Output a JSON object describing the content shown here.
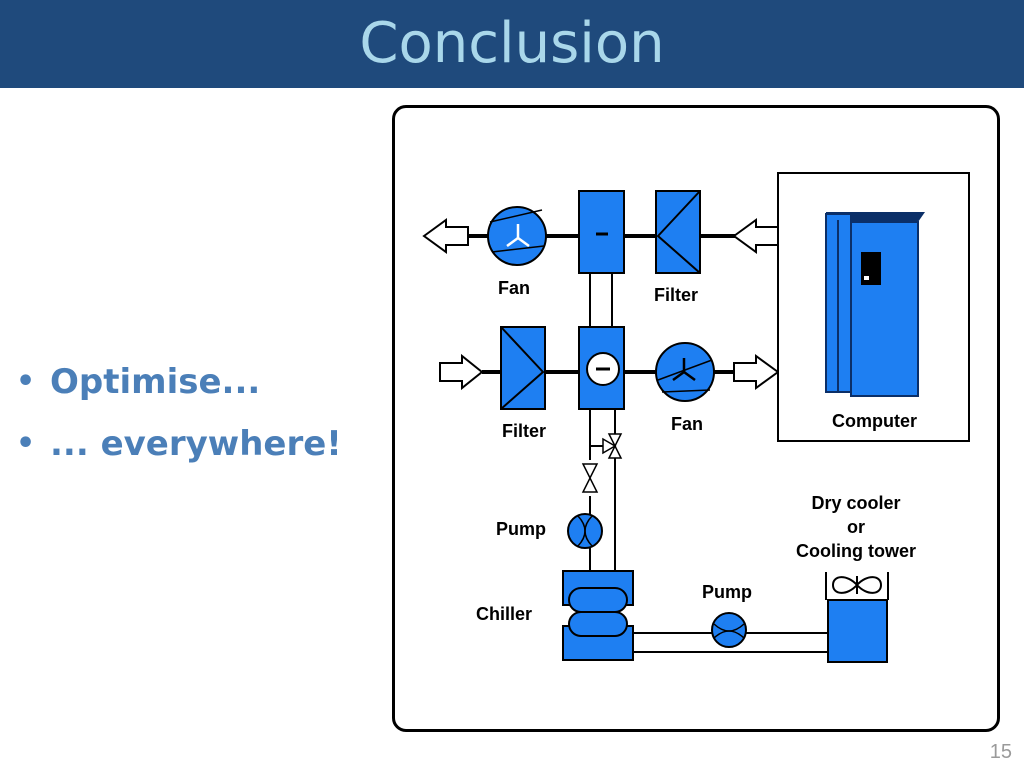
{
  "slide": {
    "title": "Conclusion",
    "bullets": [
      "Optimise...",
      "... everywhere!"
    ],
    "bullet_glyph": "•",
    "page_number": "15"
  },
  "diagram": {
    "labels": {
      "fan_top": "Fan",
      "filter_top": "Filter",
      "filter_bottom": "Filter",
      "fan_bottom": "Fan",
      "computer": "Computer",
      "pump_left": "Pump",
      "chiller": "Chiller",
      "pump_bottom": "Pump",
      "dry_cooler_line1": "Dry cooler",
      "dry_cooler_line2": "or",
      "dry_cooler_line3": "Cooling tower"
    }
  },
  "colors": {
    "title_bar": "#1f4a7c",
    "title_text": "#a9d7ea",
    "bullet_text": "#4b7fb8",
    "component_fill": "#1e7ff2"
  }
}
